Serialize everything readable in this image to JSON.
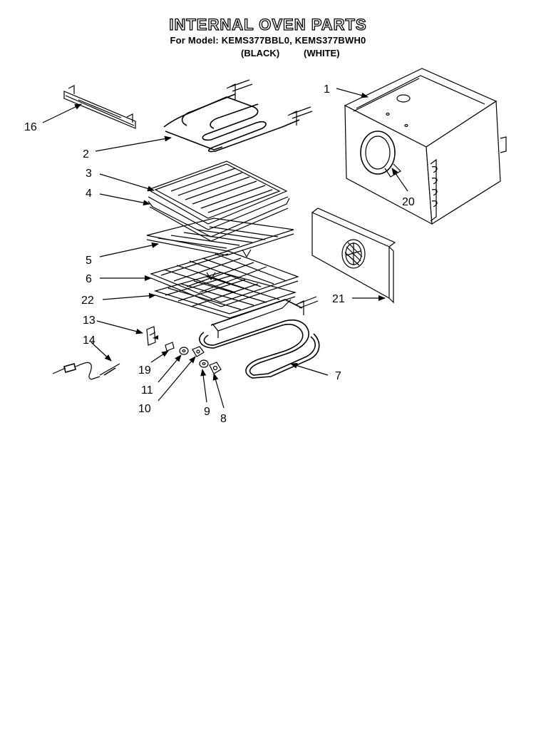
{
  "header": {
    "title": "INTERNAL OVEN PARTS",
    "subtitle": "For Model: KEMS377BBL0, KEMS377BWH0",
    "model_black": "(BLACK)",
    "model_white": "(WHITE)"
  },
  "callouts": [
    "1",
    "2",
    "3",
    "4",
    "5",
    "6",
    "7",
    "8",
    "9",
    "10",
    "11",
    "13",
    "14",
    "16",
    "19",
    "20",
    "21",
    "22"
  ],
  "colors": {
    "line": "#000000",
    "background": "#ffffff"
  }
}
